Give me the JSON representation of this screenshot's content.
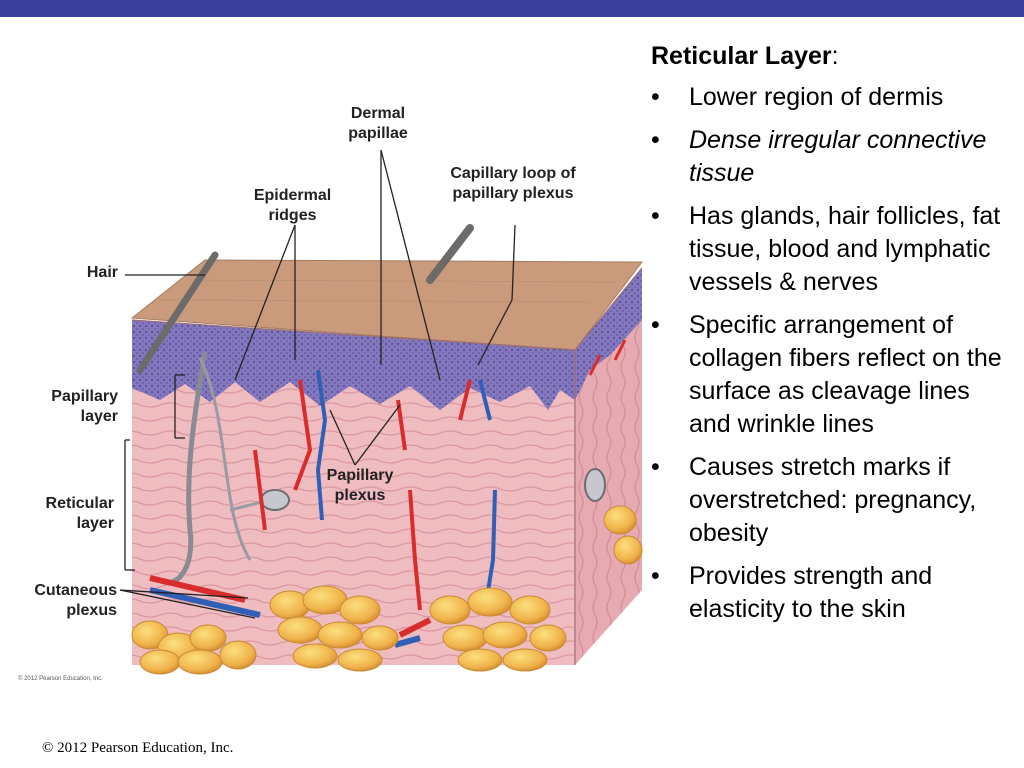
{
  "slide": {
    "title": "Reticular Layer",
    "title_suffix": ":",
    "bullet_char": "•",
    "bullets": [
      {
        "text": "Lower region of dermis",
        "italic": false
      },
      {
        "text": "Dense irregular connective tissue",
        "italic": true
      },
      {
        "text": "Has glands, hair follicles, fat tissue, blood and lymphatic vessels & nerves",
        "italic": false
      },
      {
        "text": "Specific arrangement of collagen fibers reflect on the surface as cleavage lines and wrinkle lines",
        "italic": false
      },
      {
        "text": "Causes stretch marks if overstretched: pregnancy, obesity",
        "italic": false
      },
      {
        "text": "Provides strength and elasticity to the skin",
        "italic": false
      }
    ],
    "footer": "© 2012 Pearson Education, Inc."
  },
  "figure": {
    "labels": {
      "dermal_papillae": "Dermal papillae",
      "epidermal_ridges": "Epidermal ridges",
      "capillary_loop": "Capillary loop of papillary plexus",
      "hair": "Hair",
      "papillary_layer": "Papillary layer",
      "reticular_layer": "Reticular layer",
      "papillary_plexus": "Papillary plexus",
      "cutaneous_plexus": "Cutaneous plexus"
    },
    "copyright": "© 2012 Pearson Education, Inc."
  },
  "colors": {
    "top_bar": "#3b3d9a",
    "epidermis_surface": "#c89a7a",
    "epidermis_layer": "#7f73b8",
    "dermis": "#eeb9bd",
    "artery": "#d92c2c",
    "vein": "#2f5fb6",
    "fat": "#f0b24a",
    "nerve": "#8a8a92"
  }
}
